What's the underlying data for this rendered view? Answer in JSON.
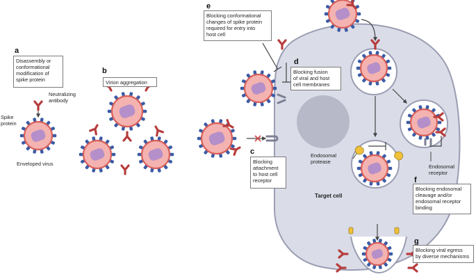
{
  "panels": {
    "a": {
      "letter": "a",
      "text": "Disassembly or\nconformational\nmodification of\nspike protein"
    },
    "b": {
      "letter": "b",
      "text": "Virion aggregation"
    },
    "c": {
      "letter": "c",
      "text": "Blocking\nattachment\nto host cell\nreceptor"
    },
    "d": {
      "letter": "d",
      "text": "Blocking fusion\nof viral and host\ncell membranes"
    },
    "e": {
      "letter": "e",
      "text": "Blocking conformational\nchanges of spike protein\nrequired for entry into\nhost cell"
    },
    "f": {
      "letter": "f",
      "text": "Blocking endosomal\ncleavage and/or\nendosomal receptor\nbinding"
    },
    "g": {
      "letter": "g",
      "text": "Blocking viral egress\nby diverse mechanisms"
    }
  },
  "labels": {
    "neutralizing_antibody": "Neutralizing\nantibody",
    "spike_protein": "Spike\nprotein",
    "enveloped_virus": "Enveloped virus",
    "endosomal_protease": "Endosomal\nprotease",
    "endosomal_receptor": "Endosomal\nreceptor",
    "target_cell": "Target cell"
  },
  "colors": {
    "virus_fill": "#f4b3b0",
    "virus_ring": "#d9605a",
    "genome": "#b48fc9",
    "spike": "#3b5ba5",
    "antibody": "#b73c3c",
    "cell": "#dadce8",
    "cell_edge": "#9a9db2",
    "nucleus": "#b7b9c8",
    "receptor": "#7d7f94",
    "protease": "#f0c13a"
  }
}
